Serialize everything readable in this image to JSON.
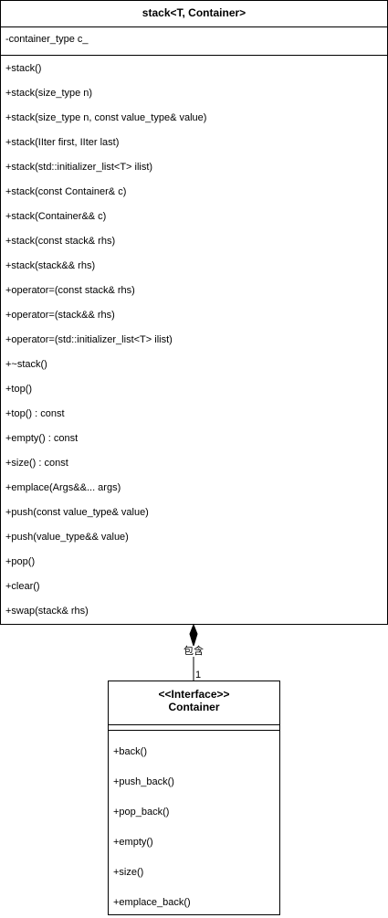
{
  "stack_class": {
    "title": "stack<T, Container>",
    "attributes": [
      "-container_type c_"
    ],
    "operations": [
      "+stack()",
      "+stack(size_type n)",
      "+stack(size_type n, const value_type& value)",
      "+stack(IIter first, IIter last)",
      "+stack(std::initializer_list<T> ilist)",
      "+stack(const Container& c)",
      "+stack(Container&& c)",
      "+stack(const stack& rhs)",
      "+stack(stack&& rhs)",
      "+operator=(const stack& rhs)",
      "+operator=(stack&& rhs)",
      "+operator=(std::initializer_list<T> ilist)",
      "+~stack()",
      "+top()",
      "+top() : const",
      "+empty() : const",
      "+size() : const",
      "+emplace(Args&&... args)",
      "+push(const value_type& value)",
      "+push(value_type&& value)",
      "+pop()",
      "+clear()",
      "+swap(stack& rhs)"
    ]
  },
  "container_class": {
    "stereotype": "<<Interface>>",
    "title": "Container",
    "operations": [
      "+back()",
      "+push_back()",
      "+pop_back()",
      "+empty()",
      "+size()",
      "+emplace_back()"
    ]
  },
  "relationship": {
    "kind": "composition",
    "label": "包含",
    "multiplicity": "1"
  }
}
